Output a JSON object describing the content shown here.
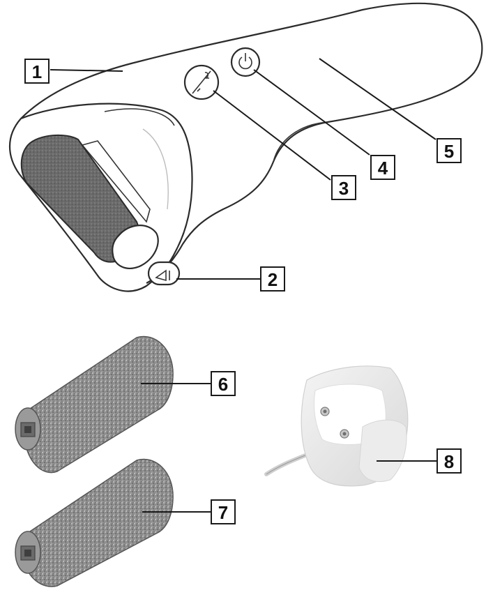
{
  "labels": {
    "1": "1",
    "2": "2",
    "3": "3",
    "4": "4",
    "5": "5",
    "6": "6",
    "7": "7",
    "8": "8"
  },
  "colors": {
    "roller_dark": "#6f6f6f",
    "roller_light": "#a3a3a3",
    "line": "#1a1a1a"
  },
  "icons": {
    "speed_button": "speed-selector-icon",
    "power_button": "power-icon",
    "release_button": "roller-release-icon"
  }
}
